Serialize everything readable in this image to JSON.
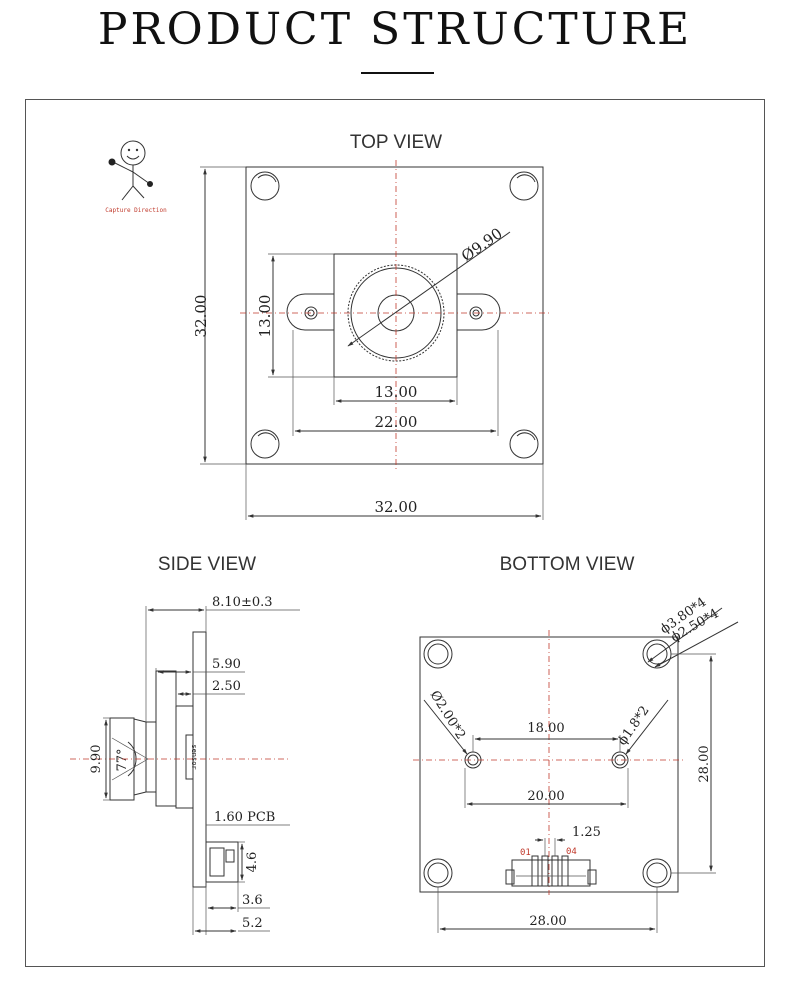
{
  "page": {
    "title": "PRODUCT STRUCTURE"
  },
  "mascot": {
    "caption": "Capture Direction"
  },
  "top_view": {
    "label": "TOP VIEW",
    "dims": {
      "board_height": "32.00",
      "sensor_height": "13.00",
      "lens_diameter": "Ø9.90",
      "sensor_width": "13.00",
      "mount_hole_spacing": "22.00",
      "board_width": "32.00"
    }
  },
  "side_view": {
    "label": "SIDE VIEW",
    "dims": {
      "total_height": "8.10±0.3",
      "lens_height": "5.90",
      "holder_height": "2.50",
      "lens_diameter": "9.90",
      "fov": "77°",
      "pcb": "1.60 PCB",
      "connector_height": "4.6",
      "connector_depth_a": "3.6",
      "connector_depth_b": "5.2",
      "sensor_mark": "sensor"
    }
  },
  "bottom_view": {
    "label": "BOTTOM VIEW",
    "dims": {
      "corner_hole_outer": "ϕ3.80*4",
      "corner_hole_inner": "ϕ2.50*4",
      "small_hole_left": "Ø2.00*2",
      "small_hole_right": "ϕ1.8*2",
      "small_hole_spacing_inner": "18.00",
      "small_hole_spacing_outer": "20.00",
      "board_height": "28.00",
      "pin_pitch": "1.25",
      "pin_first": "01",
      "pin_last": "04",
      "board_width": "28.00"
    }
  }
}
